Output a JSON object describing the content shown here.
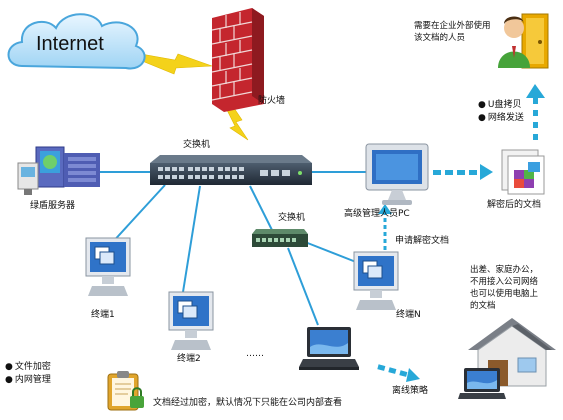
{
  "internet_label": "Internet",
  "firewall_label": "防火墙",
  "core_switch_label": "交换机",
  "access_switch_label": "交换机",
  "server_label": "绿盾服务器",
  "admin_pc_label": "高级管理人员PC",
  "external_user_note": "需要在企业外部使用该文档的人员",
  "decrypted_doc_label": "解密后的文档",
  "transfer_methods": [
    "U盘拷贝",
    "网络发送"
  ],
  "apply_decrypt_label": "申请解密文档",
  "terminal_1_label": "终端1",
  "terminal_2_label": "终端2",
  "terminal_n_label": "终端N",
  "ellipsis_label": "……",
  "home_note": "出差、家庭办公，不用接入公司网络也可以使用电脑上的文档",
  "offline_policy_label": "离线策略",
  "features": [
    "文件加密",
    "内网管理"
  ],
  "encryption_note": "文档经过加密，默认情况下只能在公司内部查看",
  "colors": {
    "link": "#2e9ed8",
    "arrow": "#27a8d8",
    "lightning": "#f4d21a",
    "firewall": "#c4262e"
  }
}
